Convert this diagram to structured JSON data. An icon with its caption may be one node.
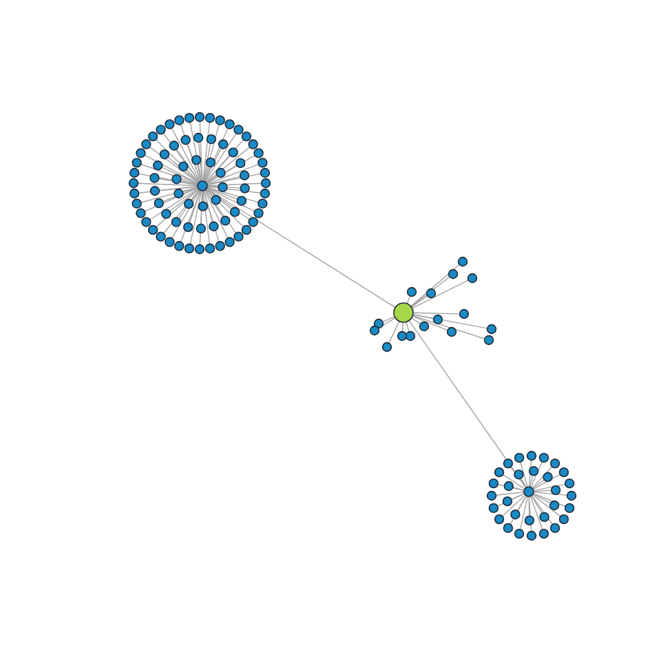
{
  "diagram": {
    "nodes": [
      {
        "text": [],
        "shape": "circle"
      },
      {
        "text": [],
        "shape": "circle"
      },
      {
        "text": [],
        "shape": "circle"
      },
      {
        "text": [],
        "shape": "circle"
      },
      {
        "text": [],
        "shape": "circle"
      },
      {
        "text": [],
        "shape": "circle"
      },
      {
        "text": [],
        "shape": "circle"
      },
      {
        "text": [],
        "shape": "circle"
      },
      {
        "text": [],
        "shape": "circle"
      },
      {
        "text": [],
        "shape": "circle"
      },
      {
        "text": [],
        "shape": "circle"
      },
      {
        "text": [],
        "shape": "circle"
      },
      {
        "text": [],
        "shape": "circle"
      },
      {
        "text": [],
        "shape": "circle"
      },
      {
        "text": [],
        "shape": "circle"
      },
      {
        "text": [],
        "shape": "circle"
      },
      {
        "text": [],
        "shape": "circle"
      },
      {
        "text": [],
        "shape": "circle"
      },
      {
        "text": [],
        "shape": "circle"
      },
      {
        "text": [],
        "shape": "circle"
      },
      {
        "text": [],
        "shape": "circle"
      },
      {
        "text": [],
        "shape": "circle"
      },
      {
        "text": [],
        "shape": "circle"
      },
      {
        "text": [],
        "shape": "circle"
      },
      {
        "text": [],
        "shape": "circle"
      },
      {
        "text": [],
        "shape": "circle"
      },
      {
        "text": [],
        "shape": "circle"
      },
      {
        "text": [],
        "shape": "circle"
      },
      {
        "text": [],
        "shape": "circle"
      },
      {
        "text": [],
        "shape": "circle"
      },
      {
        "text": [],
        "shape": "circle"
      },
      {
        "text": [],
        "shape": "circle"
      },
      {
        "text": [],
        "shape": "circle"
      },
      {
        "text": [],
        "shape": "circle"
      },
      {
        "text": [],
        "shape": "circle"
      },
      {
        "text": [],
        "shape": "circle"
      },
      {
        "text": [],
        "shape": "circle"
      },
      {
        "text": [],
        "shape": "circle"
      },
      {
        "text": [],
        "shape": "circle"
      },
      {
        "text": [],
        "shape": "circle"
      },
      {
        "text": [],
        "shape": "circle"
      },
      {
        "text": [],
        "shape": "circle"
      },
      {
        "text": [],
        "shape": "circle"
      },
      {
        "text": [],
        "shape": "circle"
      },
      {
        "text": [],
        "shape": "circle"
      },
      {
        "text": [],
        "shape": "circle"
      },
      {
        "text": [],
        "shape": "circle"
      },
      {
        "text": [],
        "shape": "circle"
      },
      {
        "text": [],
        "shape": "circle"
      },
      {
        "text": [],
        "shape": "circle"
      },
      {
        "text": [],
        "shape": "circle"
      },
      {
        "text": [],
        "shape": "circle"
      },
      {
        "text": [],
        "shape": "circle"
      },
      {
        "text": [],
        "shape": "circle"
      },
      {
        "text": [],
        "shape": "circle"
      },
      {
        "text": [],
        "shape": "circle"
      },
      {
        "text": [],
        "shape": "circle"
      },
      {
        "text": [],
        "shape": "circle"
      },
      {
        "text": [],
        "shape": "circle"
      },
      {
        "text": [],
        "shape": "circle"
      },
      {
        "text": [],
        "shape": "circle"
      },
      {
        "text": [],
        "shape": "circle"
      },
      {
        "text": [],
        "shape": "circle"
      },
      {
        "text": [],
        "shape": "circle"
      },
      {
        "text": [],
        "shape": "circle"
      },
      {
        "text": [],
        "shape": "circle"
      },
      {
        "text": [],
        "shape": "circle"
      },
      {
        "text": [],
        "shape": "circle"
      },
      {
        "text": [],
        "shape": "circle"
      },
      {
        "text": [],
        "shape": "circle"
      },
      {
        "text": [],
        "shape": "circle"
      },
      {
        "text": [],
        "shape": "circle"
      },
      {
        "text": [],
        "shape": "circle"
      },
      {
        "text": [],
        "shape": "circle"
      },
      {
        "text": [],
        "shape": "circle"
      },
      {
        "text": [],
        "shape": "circle"
      },
      {
        "text": [],
        "shape": "circle"
      },
      {
        "text": [],
        "shape": "circle"
      },
      {
        "text": [],
        "shape": "circle"
      },
      {
        "text": [],
        "shape": "circle"
      },
      {
        "text": [],
        "shape": "circle"
      },
      {
        "text": [],
        "shape": "circle"
      },
      {
        "text": [],
        "shape": "circle"
      },
      {
        "text": [],
        "shape": "circle"
      },
      {
        "text": [],
        "shape": "circle"
      },
      {
        "text": [],
        "shape": "circle"
      },
      {
        "text": [],
        "shape": "circle"
      },
      {
        "text": [],
        "shape": "circle"
      },
      {
        "text": [],
        "shape": "circle"
      },
      {
        "text": [],
        "shape": "circle"
      },
      {
        "text": [],
        "shape": "circle"
      },
      {
        "text": [],
        "shape": "circle"
      },
      {
        "text": [],
        "shape": "circle"
      },
      {
        "text": [],
        "shape": "circle"
      },
      {
        "text": [],
        "shape": "circle"
      },
      {
        "text": [],
        "shape": "circle"
      },
      {
        "text": [],
        "shape": "circle"
      },
      {
        "text": [],
        "shape": "circle"
      },
      {
        "text": [],
        "shape": "circle"
      },
      {
        "text": [],
        "shape": "circle"
      },
      {
        "text": [],
        "shape": "circle"
      },
      {
        "text": [],
        "shape": "circle"
      },
      {
        "text": [],
        "shape": "circle"
      },
      {
        "text": [],
        "shape": "circle"
      },
      {
        "text": [],
        "shape": "circle"
      },
      {
        "text": [],
        "shape": "circle"
      },
      {
        "text": [],
        "shape": "circle"
      },
      {
        "text": [],
        "shape": "circle"
      },
      {
        "text": [],
        "shape": "circle"
      },
      {
        "text": [],
        "shape": "circle"
      },
      {
        "text": [],
        "shape": "circle"
      },
      {
        "text": [],
        "shape": "circle"
      },
      {
        "text": [],
        "shape": "circle"
      },
      {
        "text": [],
        "shape": "circle"
      },
      {
        "text": [],
        "shape": "circle"
      },
      {
        "text": [],
        "shape": "circle"
      },
      {
        "text": [],
        "shape": "circle"
      },
      {
        "text": [],
        "shape": "circle"
      },
      {
        "text": [],
        "shape": "circle"
      },
      {
        "text": [],
        "shape": "circle"
      },
      {
        "text": [],
        "shape": "circle"
      }
    ],
    "edges": [
      {
        "from": 0,
        "to": 1,
        "arrow": "none"
      },
      {
        "from": 0,
        "to": 2,
        "arrow": "none"
      },
      {
        "from": 0,
        "to": 3,
        "arrow": "none"
      },
      {
        "from": 0,
        "to": 4,
        "arrow": "none"
      },
      {
        "from": 0,
        "to": 5,
        "arrow": "none"
      },
      {
        "from": 0,
        "to": 6,
        "arrow": "none"
      },
      {
        "from": 0,
        "to": 7,
        "arrow": "none"
      },
      {
        "from": 0,
        "to": 8,
        "arrow": "none"
      },
      {
        "from": 0,
        "to": 9,
        "arrow": "none"
      },
      {
        "from": 0,
        "to": 10,
        "arrow": "none"
      },
      {
        "from": 0,
        "to": 11,
        "arrow": "none"
      },
      {
        "from": 0,
        "to": 12,
        "arrow": "none"
      },
      {
        "from": 0,
        "to": 13,
        "arrow": "none"
      },
      {
        "from": 0,
        "to": 14,
        "arrow": "none"
      },
      {
        "from": 0,
        "to": 15,
        "arrow": "none"
      },
      {
        "from": 0,
        "to": 16,
        "arrow": "none"
      },
      {
        "from": 0,
        "to": 17,
        "arrow": "none"
      },
      {
        "from": 0,
        "to": 18,
        "arrow": "none"
      },
      {
        "from": 0,
        "to": 19,
        "arrow": "none"
      },
      {
        "from": 0,
        "to": 20,
        "arrow": "none"
      },
      {
        "from": 0,
        "to": 21,
        "arrow": "none"
      },
      {
        "from": 0,
        "to": 22,
        "arrow": "none"
      },
      {
        "from": 0,
        "to": 23,
        "arrow": "none"
      },
      {
        "from": 0,
        "to": 24,
        "arrow": "none"
      },
      {
        "from": 0,
        "to": 25,
        "arrow": "none"
      },
      {
        "from": 0,
        "to": 26,
        "arrow": "none"
      },
      {
        "from": 0,
        "to": 27,
        "arrow": "none"
      },
      {
        "from": 0,
        "to": 28,
        "arrow": "none"
      },
      {
        "from": 0,
        "to": 29,
        "arrow": "none"
      },
      {
        "from": 0,
        "to": 30,
        "arrow": "none"
      },
      {
        "from": 0,
        "to": 31,
        "arrow": "none"
      },
      {
        "from": 0,
        "to": 32,
        "arrow": "none"
      },
      {
        "from": 0,
        "to": 33,
        "arrow": "none"
      },
      {
        "from": 0,
        "to": 34,
        "arrow": "none"
      },
      {
        "from": 0,
        "to": 35,
        "arrow": "none"
      },
      {
        "from": 0,
        "to": 36,
        "arrow": "none"
      },
      {
        "from": 0,
        "to": 37,
        "arrow": "none"
      },
      {
        "from": 0,
        "to": 38,
        "arrow": "none"
      },
      {
        "from": 0,
        "to": 39,
        "arrow": "none"
      },
      {
        "from": 0,
        "to": 40,
        "arrow": "none"
      },
      {
        "from": 0,
        "to": 41,
        "arrow": "none"
      },
      {
        "from": 0,
        "to": 42,
        "arrow": "none"
      },
      {
        "from": 0,
        "to": 43,
        "arrow": "none"
      },
      {
        "from": 0,
        "to": 44,
        "arrow": "none"
      },
      {
        "from": 0,
        "to": 45,
        "arrow": "none"
      },
      {
        "from": 0,
        "to": 46,
        "arrow": "none"
      },
      {
        "from": 0,
        "to": 47,
        "arrow": "none"
      },
      {
        "from": 0,
        "to": 48,
        "arrow": "none"
      },
      {
        "from": 0,
        "to": 49,
        "arrow": "none"
      },
      {
        "from": 0,
        "to": 50,
        "arrow": "none"
      },
      {
        "from": 0,
        "to": 51,
        "arrow": "none"
      },
      {
        "from": 0,
        "to": 52,
        "arrow": "none"
      },
      {
        "from": 0,
        "to": 53,
        "arrow": "none"
      },
      {
        "from": 0,
        "to": 54,
        "arrow": "none"
      },
      {
        "from": 0,
        "to": 55,
        "arrow": "none"
      },
      {
        "from": 0,
        "to": 56,
        "arrow": "none"
      },
      {
        "from": 0,
        "to": 57,
        "arrow": "none"
      },
      {
        "from": 0,
        "to": 58,
        "arrow": "none"
      },
      {
        "from": 0,
        "to": 59,
        "arrow": "none"
      },
      {
        "from": 0,
        "to": 60,
        "arrow": "none"
      },
      {
        "from": 0,
        "to": 61,
        "arrow": "none"
      },
      {
        "from": 0,
        "to": 62,
        "arrow": "none"
      },
      {
        "from": 0,
        "to": 63,
        "arrow": "none"
      },
      {
        "from": 0,
        "to": 64,
        "arrow": "none"
      },
      {
        "from": 0,
        "to": 65,
        "arrow": "none"
      },
      {
        "from": 0,
        "to": 66,
        "arrow": "none"
      },
      {
        "from": 0,
        "to": 67,
        "arrow": "none"
      },
      {
        "from": 0,
        "to": 68,
        "arrow": "none"
      },
      {
        "from": 0,
        "to": 69,
        "arrow": "none"
      },
      {
        "from": 0,
        "to": 70,
        "arrow": "none"
      },
      {
        "from": 0,
        "to": 71,
        "arrow": "none"
      },
      {
        "from": 0,
        "to": 72,
        "arrow": "none"
      },
      {
        "from": 0,
        "to": 73,
        "arrow": "none"
      },
      {
        "from": 73,
        "to": 74,
        "arrow": "none"
      },
      {
        "from": 73,
        "to": 75,
        "arrow": "none"
      },
      {
        "from": 73,
        "to": 76,
        "arrow": "none"
      },
      {
        "from": 73,
        "to": 77,
        "arrow": "none"
      },
      {
        "from": 73,
        "to": 78,
        "arrow": "none"
      },
      {
        "from": 73,
        "to": 79,
        "arrow": "none"
      },
      {
        "from": 73,
        "to": 80,
        "arrow": "none"
      },
      {
        "from": 73,
        "to": 81,
        "arrow": "none"
      },
      {
        "from": 73,
        "to": 82,
        "arrow": "none"
      },
      {
        "from": 73,
        "to": 83,
        "arrow": "none"
      },
      {
        "from": 73,
        "to": 84,
        "arrow": "none"
      },
      {
        "from": 73,
        "to": 85,
        "arrow": "none"
      },
      {
        "from": 73,
        "to": 86,
        "arrow": "none"
      },
      {
        "from": 73,
        "to": 87,
        "arrow": "none"
      },
      {
        "from": 73,
        "to": 88,
        "arrow": "none"
      },
      {
        "from": 73,
        "to": 89,
        "arrow": "none"
      },
      {
        "from": 73,
        "to": 90,
        "arrow": "none"
      },
      {
        "from": 90,
        "to": 91,
        "arrow": "none"
      },
      {
        "from": 90,
        "to": 92,
        "arrow": "none"
      },
      {
        "from": 90,
        "to": 93,
        "arrow": "none"
      },
      {
        "from": 90,
        "to": 94,
        "arrow": "none"
      },
      {
        "from": 90,
        "to": 95,
        "arrow": "none"
      },
      {
        "from": 90,
        "to": 96,
        "arrow": "none"
      },
      {
        "from": 90,
        "to": 97,
        "arrow": "none"
      },
      {
        "from": 90,
        "to": 98,
        "arrow": "none"
      },
      {
        "from": 90,
        "to": 99,
        "arrow": "none"
      },
      {
        "from": 90,
        "to": 100,
        "arrow": "none"
      },
      {
        "from": 90,
        "to": 101,
        "arrow": "none"
      },
      {
        "from": 90,
        "to": 102,
        "arrow": "none"
      },
      {
        "from": 90,
        "to": 103,
        "arrow": "none"
      },
      {
        "from": 90,
        "to": 104,
        "arrow": "none"
      },
      {
        "from": 90,
        "to": 105,
        "arrow": "none"
      },
      {
        "from": 90,
        "to": 106,
        "arrow": "none"
      },
      {
        "from": 90,
        "to": 107,
        "arrow": "none"
      },
      {
        "from": 90,
        "to": 108,
        "arrow": "none"
      },
      {
        "from": 90,
        "to": 109,
        "arrow": "none"
      },
      {
        "from": 90,
        "to": 110,
        "arrow": "none"
      },
      {
        "from": 90,
        "to": 111,
        "arrow": "none"
      },
      {
        "from": 90,
        "to": 112,
        "arrow": "none"
      },
      {
        "from": 90,
        "to": 113,
        "arrow": "none"
      },
      {
        "from": 90,
        "to": 114,
        "arrow": "none"
      },
      {
        "from": 90,
        "to": 115,
        "arrow": "none"
      },
      {
        "from": 90,
        "to": 116,
        "arrow": "none"
      },
      {
        "from": 90,
        "to": 117,
        "arrow": "none"
      },
      {
        "from": 90,
        "to": 118,
        "arrow": "none"
      },
      {
        "from": 90,
        "to": 119,
        "arrow": "none"
      },
      {
        "from": 90,
        "to": 120,
        "arrow": "none"
      }
    ]
  }
}
